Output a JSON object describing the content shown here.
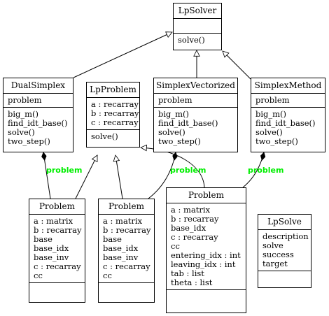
{
  "colors": {
    "line": "#000000",
    "label": "#00ee00",
    "background": "#ffffff"
  },
  "classes": {
    "lpsolver": {
      "name": "LpSolver",
      "methods": [
        "solve()"
      ]
    },
    "dualsimplex": {
      "name": "DualSimplex",
      "attributes": [
        "problem"
      ],
      "methods": [
        "big_m()",
        "find_idt_base()",
        "solve()",
        "two_step()"
      ]
    },
    "lpproblem": {
      "name": "LpProblem",
      "attributes": [
        "a : recarray",
        "b : recarray",
        "c : recarray"
      ],
      "methods": [
        "solve()"
      ]
    },
    "simplexvectorized": {
      "name": "SimplexVectorized",
      "attributes": [
        "problem"
      ],
      "methods": [
        "big_m()",
        "find_idt_base()",
        "solve()",
        "two_step()"
      ]
    },
    "simplexmethod": {
      "name": "SimplexMethod",
      "attributes": [
        "problem"
      ],
      "methods": [
        "big_m()",
        "find_idt_base()",
        "solve()",
        "two_step()"
      ]
    },
    "problem1": {
      "name": "Problem",
      "attributes": [
        "a : matrix",
        "b : recarray",
        "base",
        "base_idx",
        "base_inv",
        "c : recarray",
        "cc"
      ]
    },
    "problem2": {
      "name": "Problem",
      "attributes": [
        "a : matrix",
        "b : recarray",
        "base",
        "base_idx",
        "base_inv",
        "c : recarray",
        "cc"
      ]
    },
    "problem3": {
      "name": "Problem",
      "attributes": [
        "a : matrix",
        "b : recarray",
        "base_idx",
        "c : recarray",
        "cc",
        "entering_idx : int",
        "leaving_idx : int",
        "tab : list",
        "theta : list"
      ]
    },
    "lpsolve": {
      "name": "LpSolve",
      "attributes": [
        "description",
        "solve",
        "success",
        "target"
      ]
    }
  },
  "association_labels": [
    "problem",
    "problem",
    "problem"
  ]
}
